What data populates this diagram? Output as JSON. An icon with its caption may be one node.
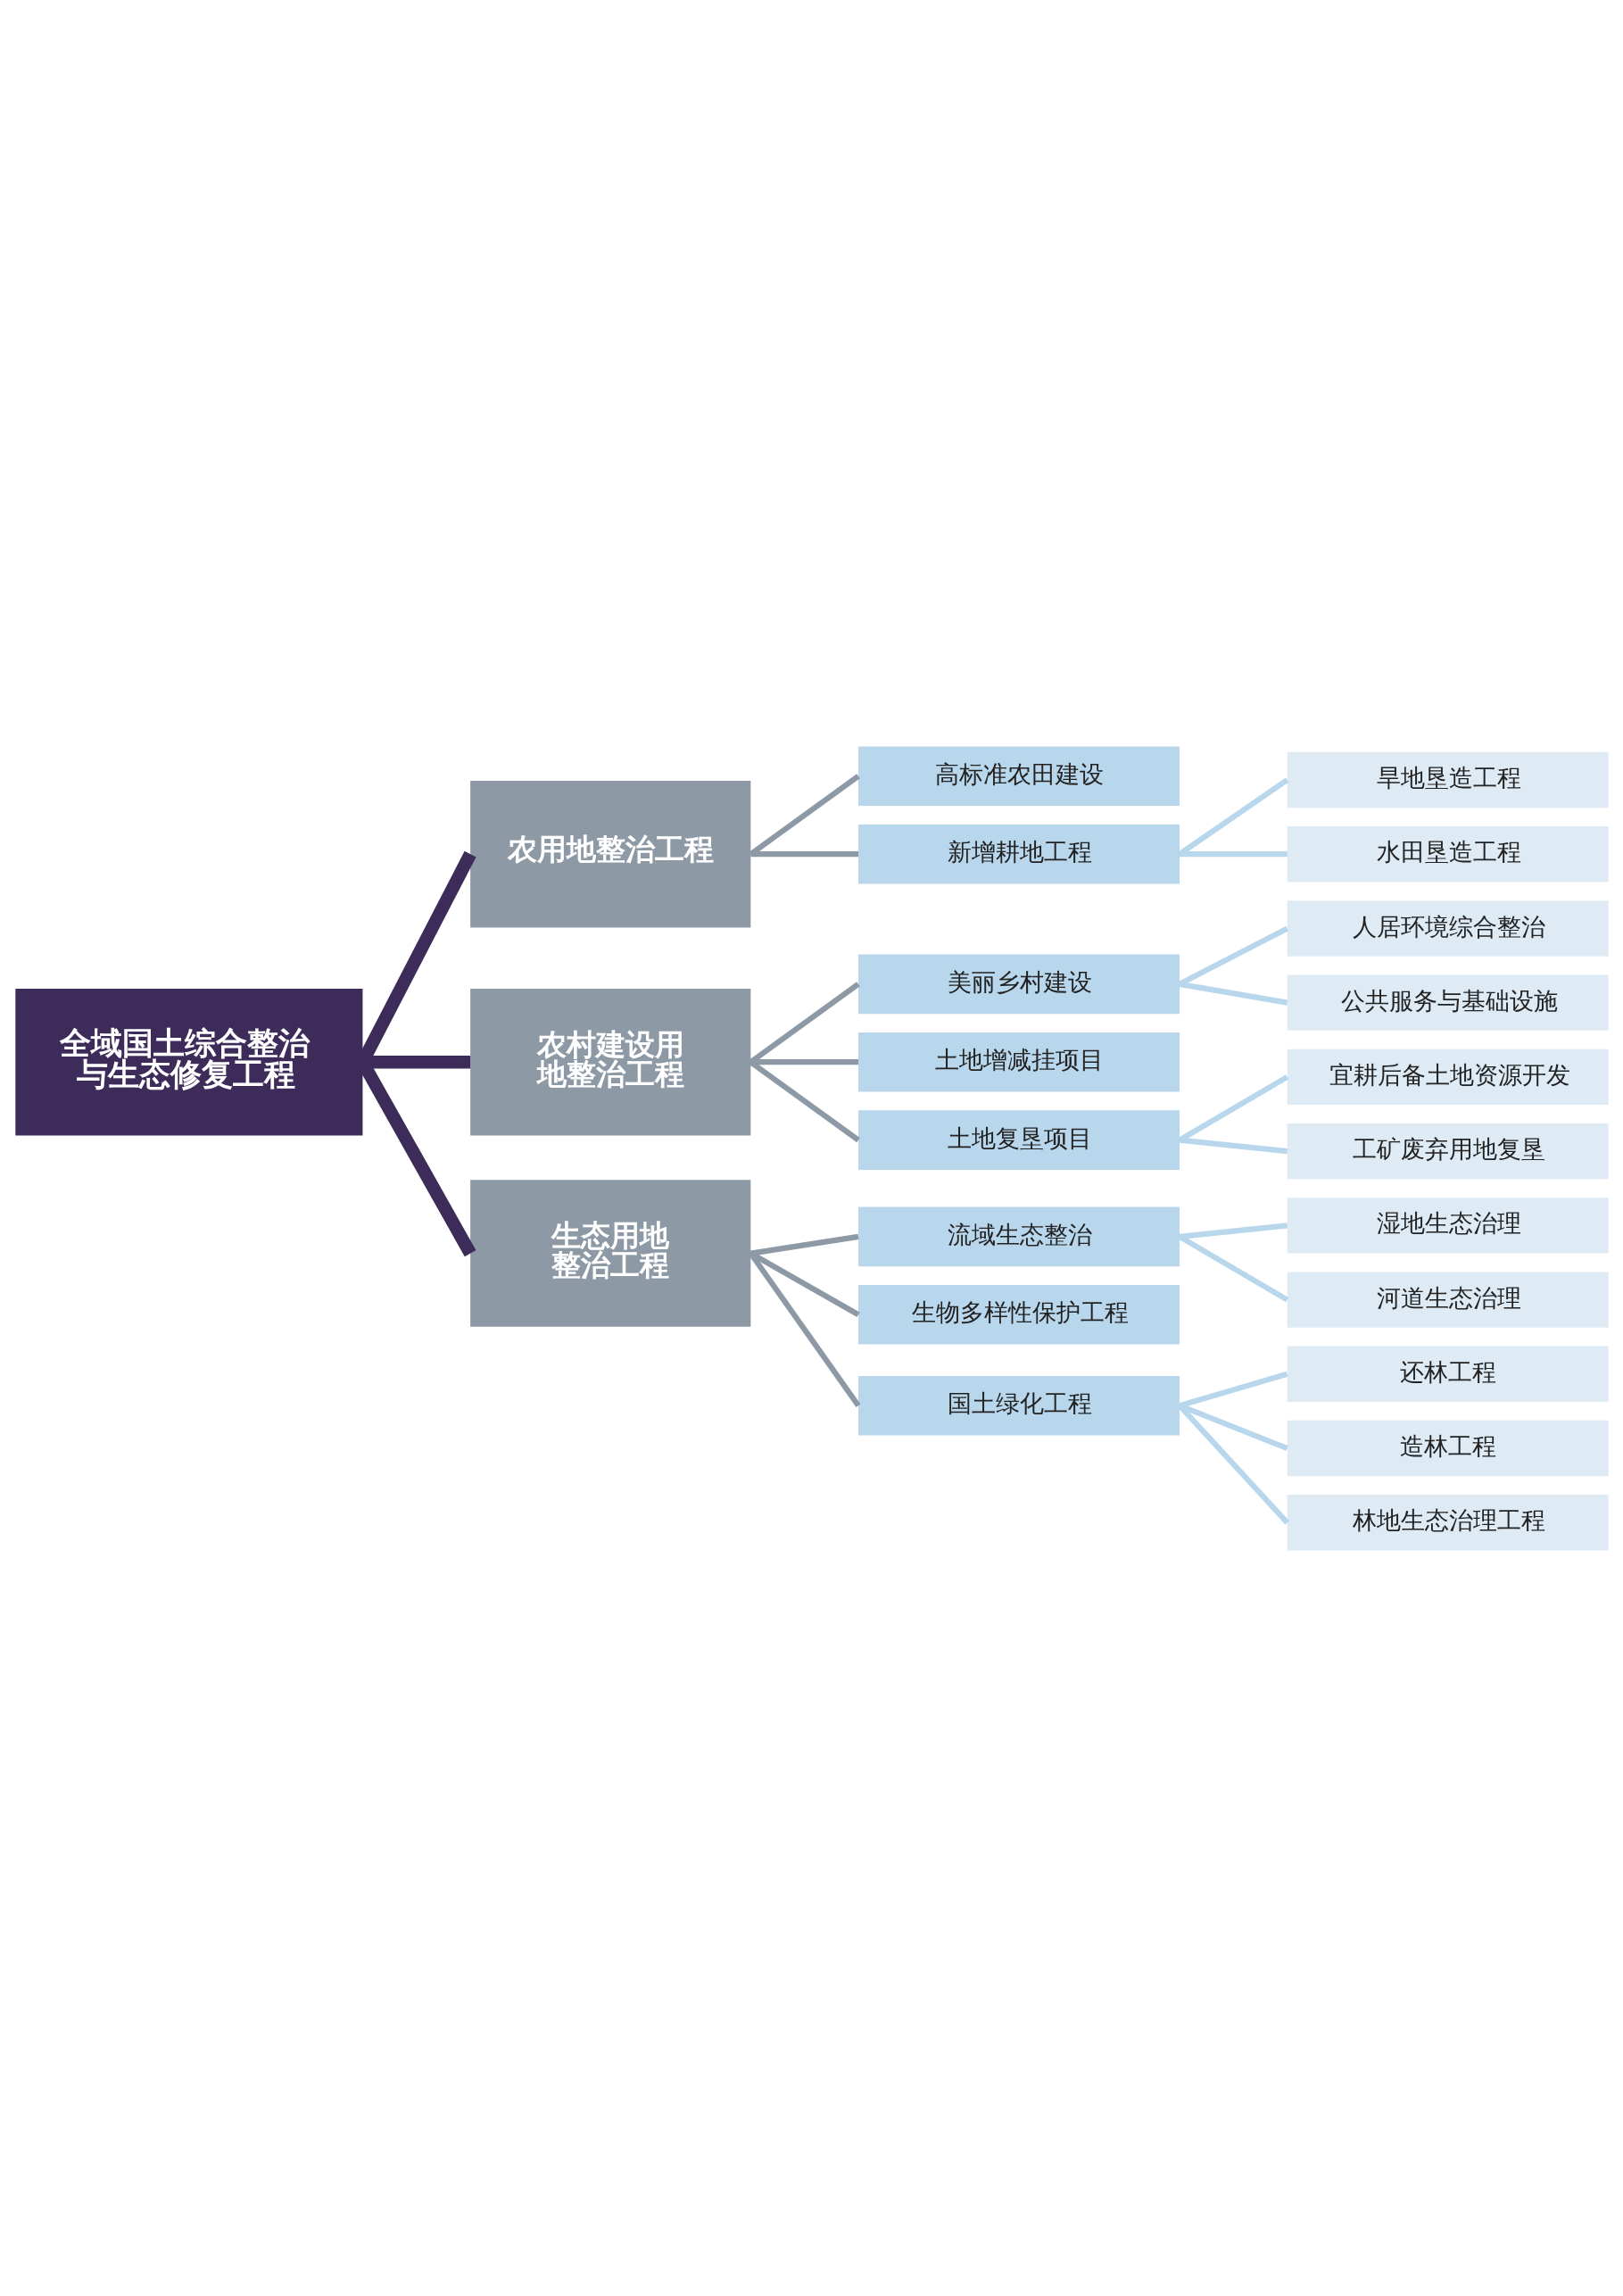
{
  "diagram": {
    "nodes": [
      {
        "text": [
          "全域国土综合整治与生态修复工程"
        ]
      },
      {
        "text": [
          "农用地整治工程"
        ]
      },
      {
        "text": [
          "高标准农田建设"
        ]
      },
      {
        "text": [
          "新增耕地工程"
        ]
      },
      {
        "text": [
          "旱地垦造工程"
        ]
      },
      {
        "text": [
          "水田垦造工程"
        ]
      },
      {
        "text": [
          "农村建设用地整治工程"
        ]
      },
      {
        "text": [
          "美丽乡村建设"
        ]
      },
      {
        "text": [
          "人居环境综合整治"
        ]
      },
      {
        "text": [
          "公共服务与基础设施"
        ]
      },
      {
        "text": [
          "土地增减挂项目"
        ]
      },
      {
        "text": [
          "土地复垦项目"
        ]
      },
      {
        "text": [
          "宜耕后备土地资源开发"
        ]
      },
      {
        "text": [
          "工矿废弃用地复垦"
        ]
      },
      {
        "text": [
          "生态用地整治工程"
        ]
      },
      {
        "text": [
          "流域生态整治"
        ]
      },
      {
        "text": [
          "湿地生态治理"
        ]
      },
      {
        "text": [
          "河道生态治理"
        ]
      },
      {
        "text": [
          "生物多样性保护工程"
        ]
      },
      {
        "text": [
          "国土绿化工程"
        ]
      },
      {
        "text": [
          "还林工程"
        ]
      },
      {
        "text": [
          "造林工程"
        ]
      },
      {
        "text": [
          "林地生态治理工程"
        ]
      }
    ],
    "edges": [
      {
        "from": 0,
        "to": 1,
        "arrow": "none",
        "style": "thick",
        "color": "#3d2b5a"
      },
      {
        "from": 0,
        "to": 6,
        "arrow": "none",
        "style": "thick",
        "color": "#3d2b5a"
      },
      {
        "from": 0,
        "to": 14,
        "arrow": "none",
        "style": "thick",
        "color": "#3d2b5a"
      },
      {
        "from": 1,
        "to": 2,
        "arrow": "none",
        "color": "#8e99a6"
      },
      {
        "from": 1,
        "to": 3,
        "arrow": "none",
        "color": "#8e99a6"
      },
      {
        "from": 3,
        "to": 4,
        "arrow": "none"
      },
      {
        "from": 3,
        "to": 5,
        "arrow": "none"
      },
      {
        "from": 6,
        "to": 7,
        "arrow": "none",
        "color": "#8e99a6"
      },
      {
        "from": 6,
        "to": 10,
        "arrow": "none",
        "color": "#8e99a6"
      },
      {
        "from": 6,
        "to": 11,
        "arrow": "none",
        "color": "#8e99a6"
      },
      {
        "from": 7,
        "to": 8,
        "arrow": "none"
      },
      {
        "from": 7,
        "to": 9,
        "arrow": "none"
      },
      {
        "from": 11,
        "to": 12,
        "arrow": "none"
      },
      {
        "from": 11,
        "to": 13,
        "arrow": "none"
      },
      {
        "from": 14,
        "to": 15,
        "arrow": "none",
        "color": "#8e99a6"
      },
      {
        "from": 14,
        "to": 18,
        "arrow": "none",
        "color": "#8e99a6"
      },
      {
        "from": 14,
        "to": 19,
        "arrow": "none",
        "color": "#8e99a6"
      },
      {
        "from": 15,
        "to": 16,
        "arrow": "none"
      },
      {
        "from": 15,
        "to": 17,
        "arrow": "none"
      },
      {
        "from": 19,
        "to": 20,
        "arrow": "none"
      },
      {
        "from": 19,
        "to": 21,
        "arrow": "none"
      },
      {
        "from": 19,
        "to": 22,
        "arrow": "none"
      }
    ]
  }
}
